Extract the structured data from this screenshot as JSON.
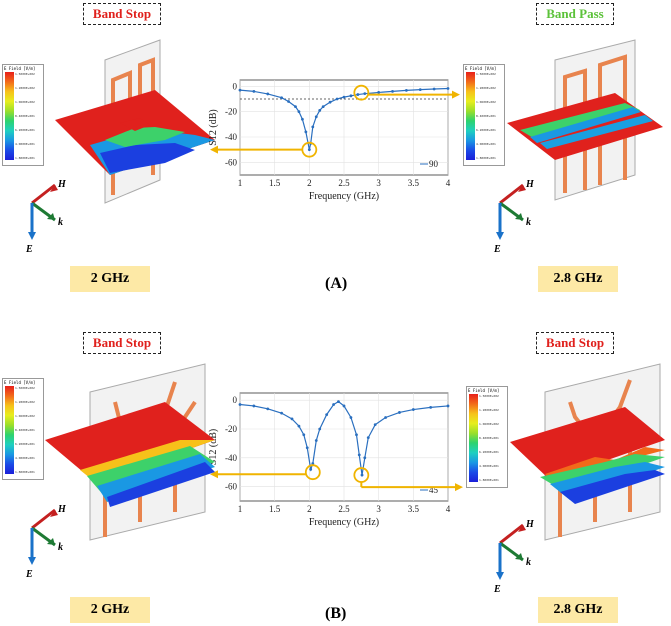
{
  "panelA": {
    "label": "(A)",
    "left_tag": "Band Stop",
    "right_tag": "Band Pass",
    "left_freq": "2 GHz",
    "right_freq": "2.8 GHz",
    "legend_title": "E Field [V/m]",
    "chart_legend": "90",
    "colors": {
      "stop": "#e0211d",
      "pass": "#5cc23a"
    }
  },
  "panelB": {
    "label": "(B)",
    "left_tag": "Band Stop",
    "right_tag": "Band Stop",
    "left_freq": "2 GHz",
    "right_freq": "2.8 GHz",
    "legend_title": "E Field [V/m]",
    "chart_legend": "45",
    "colors": {
      "stop": "#e0211d"
    }
  },
  "axes": {
    "H": "H",
    "k": "k",
    "E": "E"
  },
  "legend_ticks": [
    "1.5000E+002",
    "1.3900E+002",
    "1.2800E+002",
    "1.1700E+002",
    "1.0600E+002",
    "9.5000E+001",
    "8.4000E+001",
    "7.3000E+001",
    "6.2000E+001",
    "5.1000E+001",
    "4.0000E+001",
    "2.9000E+001",
    "1.8000E+001",
    "7.0000E+000"
  ],
  "chart_data": [
    {
      "type": "line",
      "xlabel": "Frequency (GHz)",
      "ylabel": "S12 (dB)",
      "xlim": [
        1,
        4
      ],
      "ylim": [
        -70,
        5
      ],
      "xticks": [
        "1",
        "1.5",
        "2",
        "2.5",
        "3",
        "3.5",
        "4"
      ],
      "yticks": [
        "0",
        "-20",
        "-40",
        "-60"
      ],
      "threshold": -10,
      "series": [
        {
          "name": "90",
          "x": [
            1.0,
            1.2,
            1.4,
            1.6,
            1.7,
            1.8,
            1.85,
            1.9,
            1.95,
            2.0,
            2.02,
            2.05,
            2.1,
            2.15,
            2.2,
            2.3,
            2.4,
            2.5,
            2.6,
            2.7,
            2.8,
            3.0,
            3.2,
            3.4,
            3.6,
            3.8,
            4.0
          ],
          "y": [
            -3,
            -4,
            -6,
            -9,
            -12,
            -16,
            -20,
            -26,
            -36,
            -50,
            -45,
            -32,
            -24,
            -19,
            -16,
            -12.5,
            -10,
            -8.5,
            -7.5,
            -6.5,
            -5.8,
            -4.8,
            -4,
            -3.2,
            -2.6,
            -2.1,
            -1.7
          ]
        }
      ]
    },
    {
      "type": "line",
      "xlabel": "Frequency (GHz)",
      "ylabel": "S12 (dB)",
      "xlim": [
        1,
        4
      ],
      "ylim": [
        -70,
        5
      ],
      "xticks": [
        "1",
        "1.5",
        "2",
        "2.5",
        "3",
        "3.5",
        "4"
      ],
      "yticks": [
        "0",
        "-20",
        "-40",
        "-60"
      ],
      "series": [
        {
          "name": "45",
          "x": [
            1.0,
            1.2,
            1.4,
            1.6,
            1.75,
            1.85,
            1.92,
            1.97,
            2.02,
            2.05,
            2.1,
            2.15,
            2.25,
            2.35,
            2.42,
            2.5,
            2.6,
            2.68,
            2.72,
            2.76,
            2.8,
            2.85,
            2.95,
            3.1,
            3.3,
            3.5,
            3.75,
            4.0
          ],
          "y": [
            -3,
            -4,
            -6,
            -9,
            -13,
            -18,
            -24,
            -33,
            -48,
            -44,
            -28,
            -20,
            -10,
            -3,
            -1,
            -4,
            -12,
            -24,
            -38,
            -52,
            -40,
            -26,
            -17,
            -12,
            -8.5,
            -6.5,
            -5,
            -4
          ]
        }
      ]
    }
  ]
}
